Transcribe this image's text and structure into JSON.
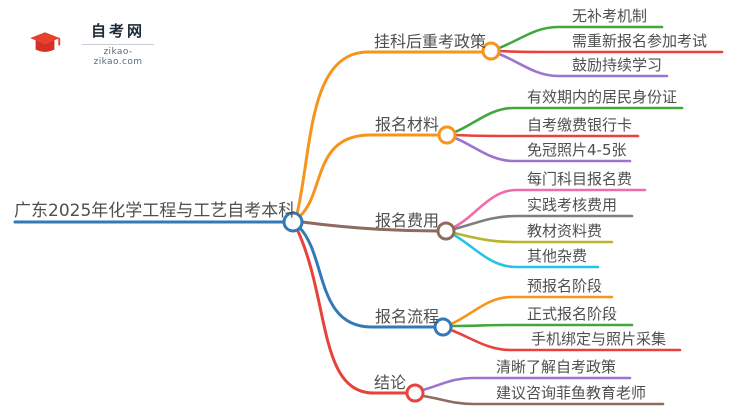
{
  "logo": {
    "site_name": "自考网",
    "site_url": "zikao-zikao.com",
    "icon": "graduation-cap-icon",
    "crescent_color": "#1e6bb2",
    "cap_color": "#e8402f"
  },
  "palette": {
    "orange": "#f7941d",
    "blue": "#3279b7",
    "red": "#e8423c",
    "green": "#42a83c",
    "purple": "#9c74d0",
    "brown": "#8f6a5f",
    "pink": "#ee6bad",
    "gray": "#7e7e7e",
    "olive": "#b9b42e",
    "cyan": "#25c3e8",
    "text": "#4f4f4f"
  },
  "mindmap": {
    "root": {
      "label": "广东2025年化学工程与工艺自考本科",
      "color": "#3279b7"
    },
    "branches": [
      {
        "label": "挂科后重考政策",
        "color": "#f7941d",
        "children": [
          {
            "label": "无补考机制",
            "color": "#42a83c"
          },
          {
            "label": "需重新报名参加考试",
            "color": "#e8423c"
          },
          {
            "label": "鼓励持续学习",
            "color": "#9c74d0"
          }
        ]
      },
      {
        "label": "报名材料",
        "color": "#f7941d",
        "children": [
          {
            "label": "有效期内的居民身份证",
            "color": "#42a83c"
          },
          {
            "label": "自考缴费银行卡",
            "color": "#e8423c"
          },
          {
            "label": "免冠照片4-5张",
            "color": "#9c74d0"
          }
        ]
      },
      {
        "label": "报名费用",
        "color": "#8f6a5f",
        "children": [
          {
            "label": "每门科目报名费",
            "color": "#ee6bad"
          },
          {
            "label": "实践考核费用",
            "color": "#7e7e7e"
          },
          {
            "label": "教材资料费",
            "color": "#b9b42e"
          },
          {
            "label": "其他杂费",
            "color": "#25c3e8"
          }
        ]
      },
      {
        "label": "报名流程",
        "color": "#3279b7",
        "children": [
          {
            "label": "预报名阶段",
            "color": "#f7941d"
          },
          {
            "label": "正式报名阶段",
            "color": "#42a83c"
          },
          {
            "label": "手机绑定与照片采集",
            "color": "#e8423c"
          }
        ]
      },
      {
        "label": "结论",
        "color": "#e8423c",
        "children": [
          {
            "label": "清晰了解自考政策",
            "color": "#9c74d0"
          },
          {
            "label": "建议咨询菲鱼教育老师",
            "color": "#8f6a5f"
          }
        ]
      }
    ]
  }
}
